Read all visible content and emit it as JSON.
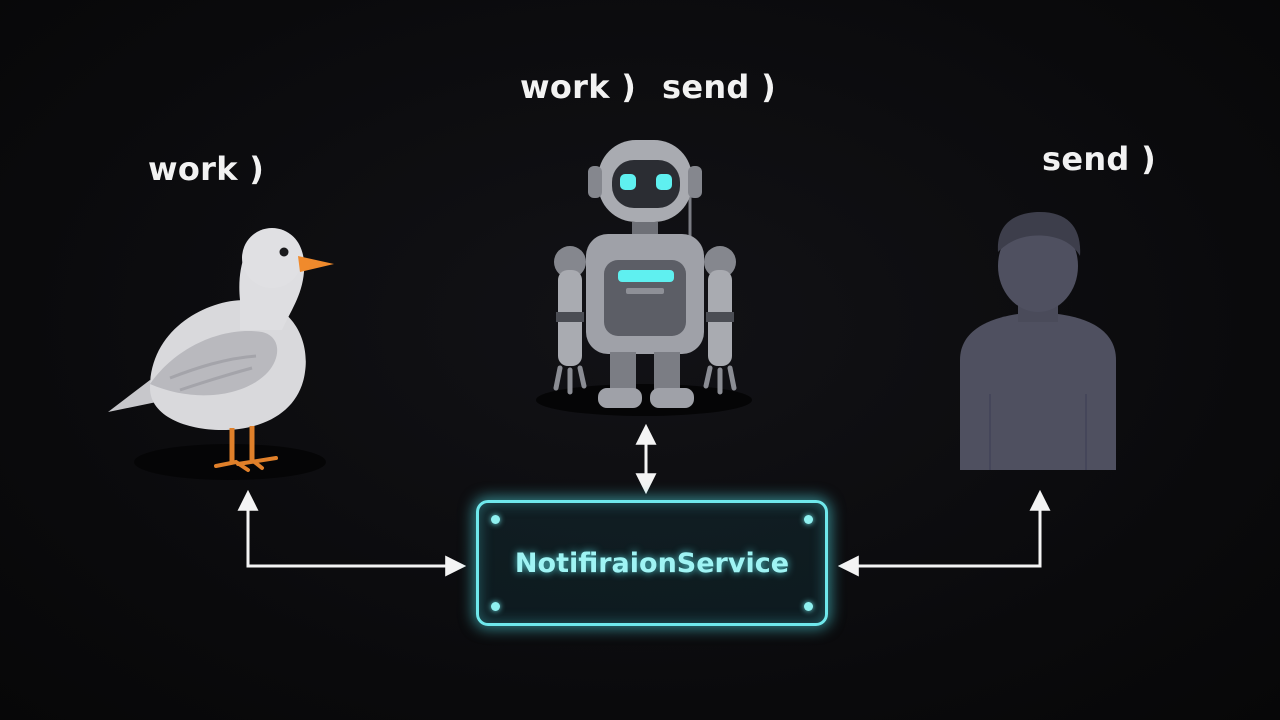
{
  "labels": {
    "bird": "work )",
    "robot_work": "work )",
    "robot_send": "send )",
    "person": "send )"
  },
  "service": {
    "name": "NotifiraionService"
  },
  "colors": {
    "background": "#0b0b0d",
    "service_glow": "#6fe8ec",
    "service_text": "#9ff4f4",
    "arrow": "#f4f4f4",
    "bird_body": "#d9d9dc",
    "bird_beak": "#f08a2c",
    "robot_body": "#9a9ca3",
    "robot_eye": "#5ff0f0",
    "person": "#4f5060"
  },
  "icons": [
    "bird-icon",
    "robot-icon",
    "person-icon"
  ]
}
